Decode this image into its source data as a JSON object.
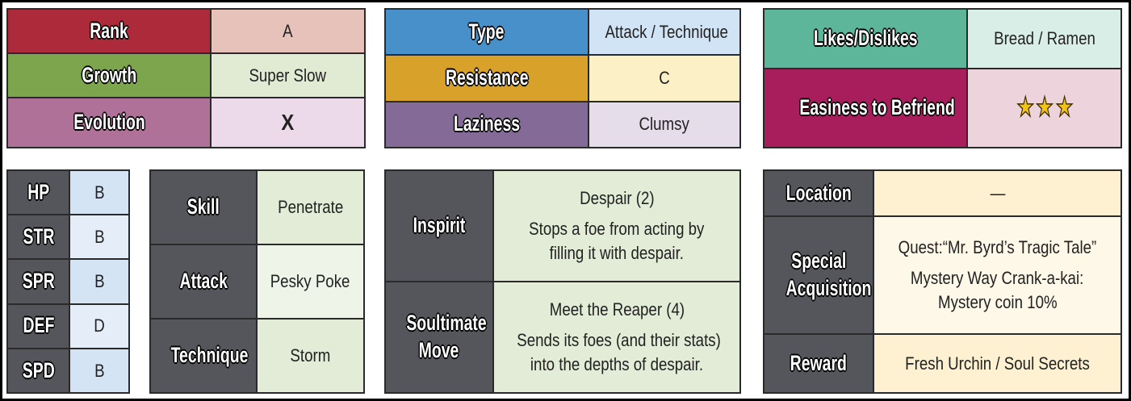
{
  "profile": {
    "rank": {
      "label": "Rank",
      "value": "A"
    },
    "growth": {
      "label": "Growth",
      "value": "Super Slow"
    },
    "evolution": {
      "label": "Evolution",
      "value": "X"
    }
  },
  "traits": {
    "type": {
      "label": "Type",
      "value": "Attack / Technique"
    },
    "resistance": {
      "label": "Resistance",
      "value": "C"
    },
    "laziness": {
      "label": "Laziness",
      "value": "Clumsy"
    }
  },
  "social": {
    "likes": {
      "label": "Likes/Dislikes",
      "value": "Bread / Ramen"
    },
    "befriend": {
      "label": "Easiness to Befriend",
      "stars": 3
    }
  },
  "stats": [
    {
      "label": "HP",
      "value": "B"
    },
    {
      "label": "STR",
      "value": "B"
    },
    {
      "label": "SPR",
      "value": "B"
    },
    {
      "label": "DEF",
      "value": "D"
    },
    {
      "label": "SPD",
      "value": "B"
    }
  ],
  "moves": {
    "skill": {
      "label": "Skill",
      "value": "Penetrate"
    },
    "attack": {
      "label": "Attack",
      "value": "Pesky Poke"
    },
    "technique": {
      "label": "Technique",
      "value": "Storm"
    }
  },
  "abilities": {
    "inspirit": {
      "label": "Inspirit",
      "name": "Despair (2)",
      "desc1": "Stops a foe from acting by",
      "desc2": "filling it with despair."
    },
    "soultimate": {
      "label1": "Soultimate",
      "label2": "Move",
      "name": "Meet the Reaper (4)",
      "desc1": "Sends its foes (and their stats)",
      "desc2": "into the depths of despair."
    }
  },
  "acquisition": {
    "location": {
      "label": "Location",
      "value": "—"
    },
    "special": {
      "label1": "Special",
      "label2": "Acquisition",
      "line1": "Quest:“Mr. Byrd’s Tragic Tale”",
      "line2": "Mystery Way Crank-a-kai:",
      "line3": "Mystery coin 10%"
    },
    "reward": {
      "label": "Reward",
      "value": "Fresh Urchin / Soul Secrets"
    }
  },
  "colors": {
    "rank": "#ad2a3b",
    "rank_val": "#e7c2ba",
    "growth": "#7da54d",
    "growth_val": "#e1ebd4",
    "evolution": "#b07198",
    "evolution_val": "#ecdaea",
    "type": "#4890ca",
    "type_val": "#d1e4f6",
    "resistance": "#d7a12a",
    "resistance_val": "#fcf0c6",
    "laziness": "#846a96",
    "laziness_val": "#e5dde9",
    "likes": "#5db59a",
    "likes_val": "#d9eee7",
    "befriend": "#a81d5c",
    "befriend_val": "#ecd3dc",
    "gray": "#55565b",
    "stat_val": "#d5e4f5",
    "green_val": "#e2ecd6",
    "yellow_val": "#fdf1d2"
  }
}
